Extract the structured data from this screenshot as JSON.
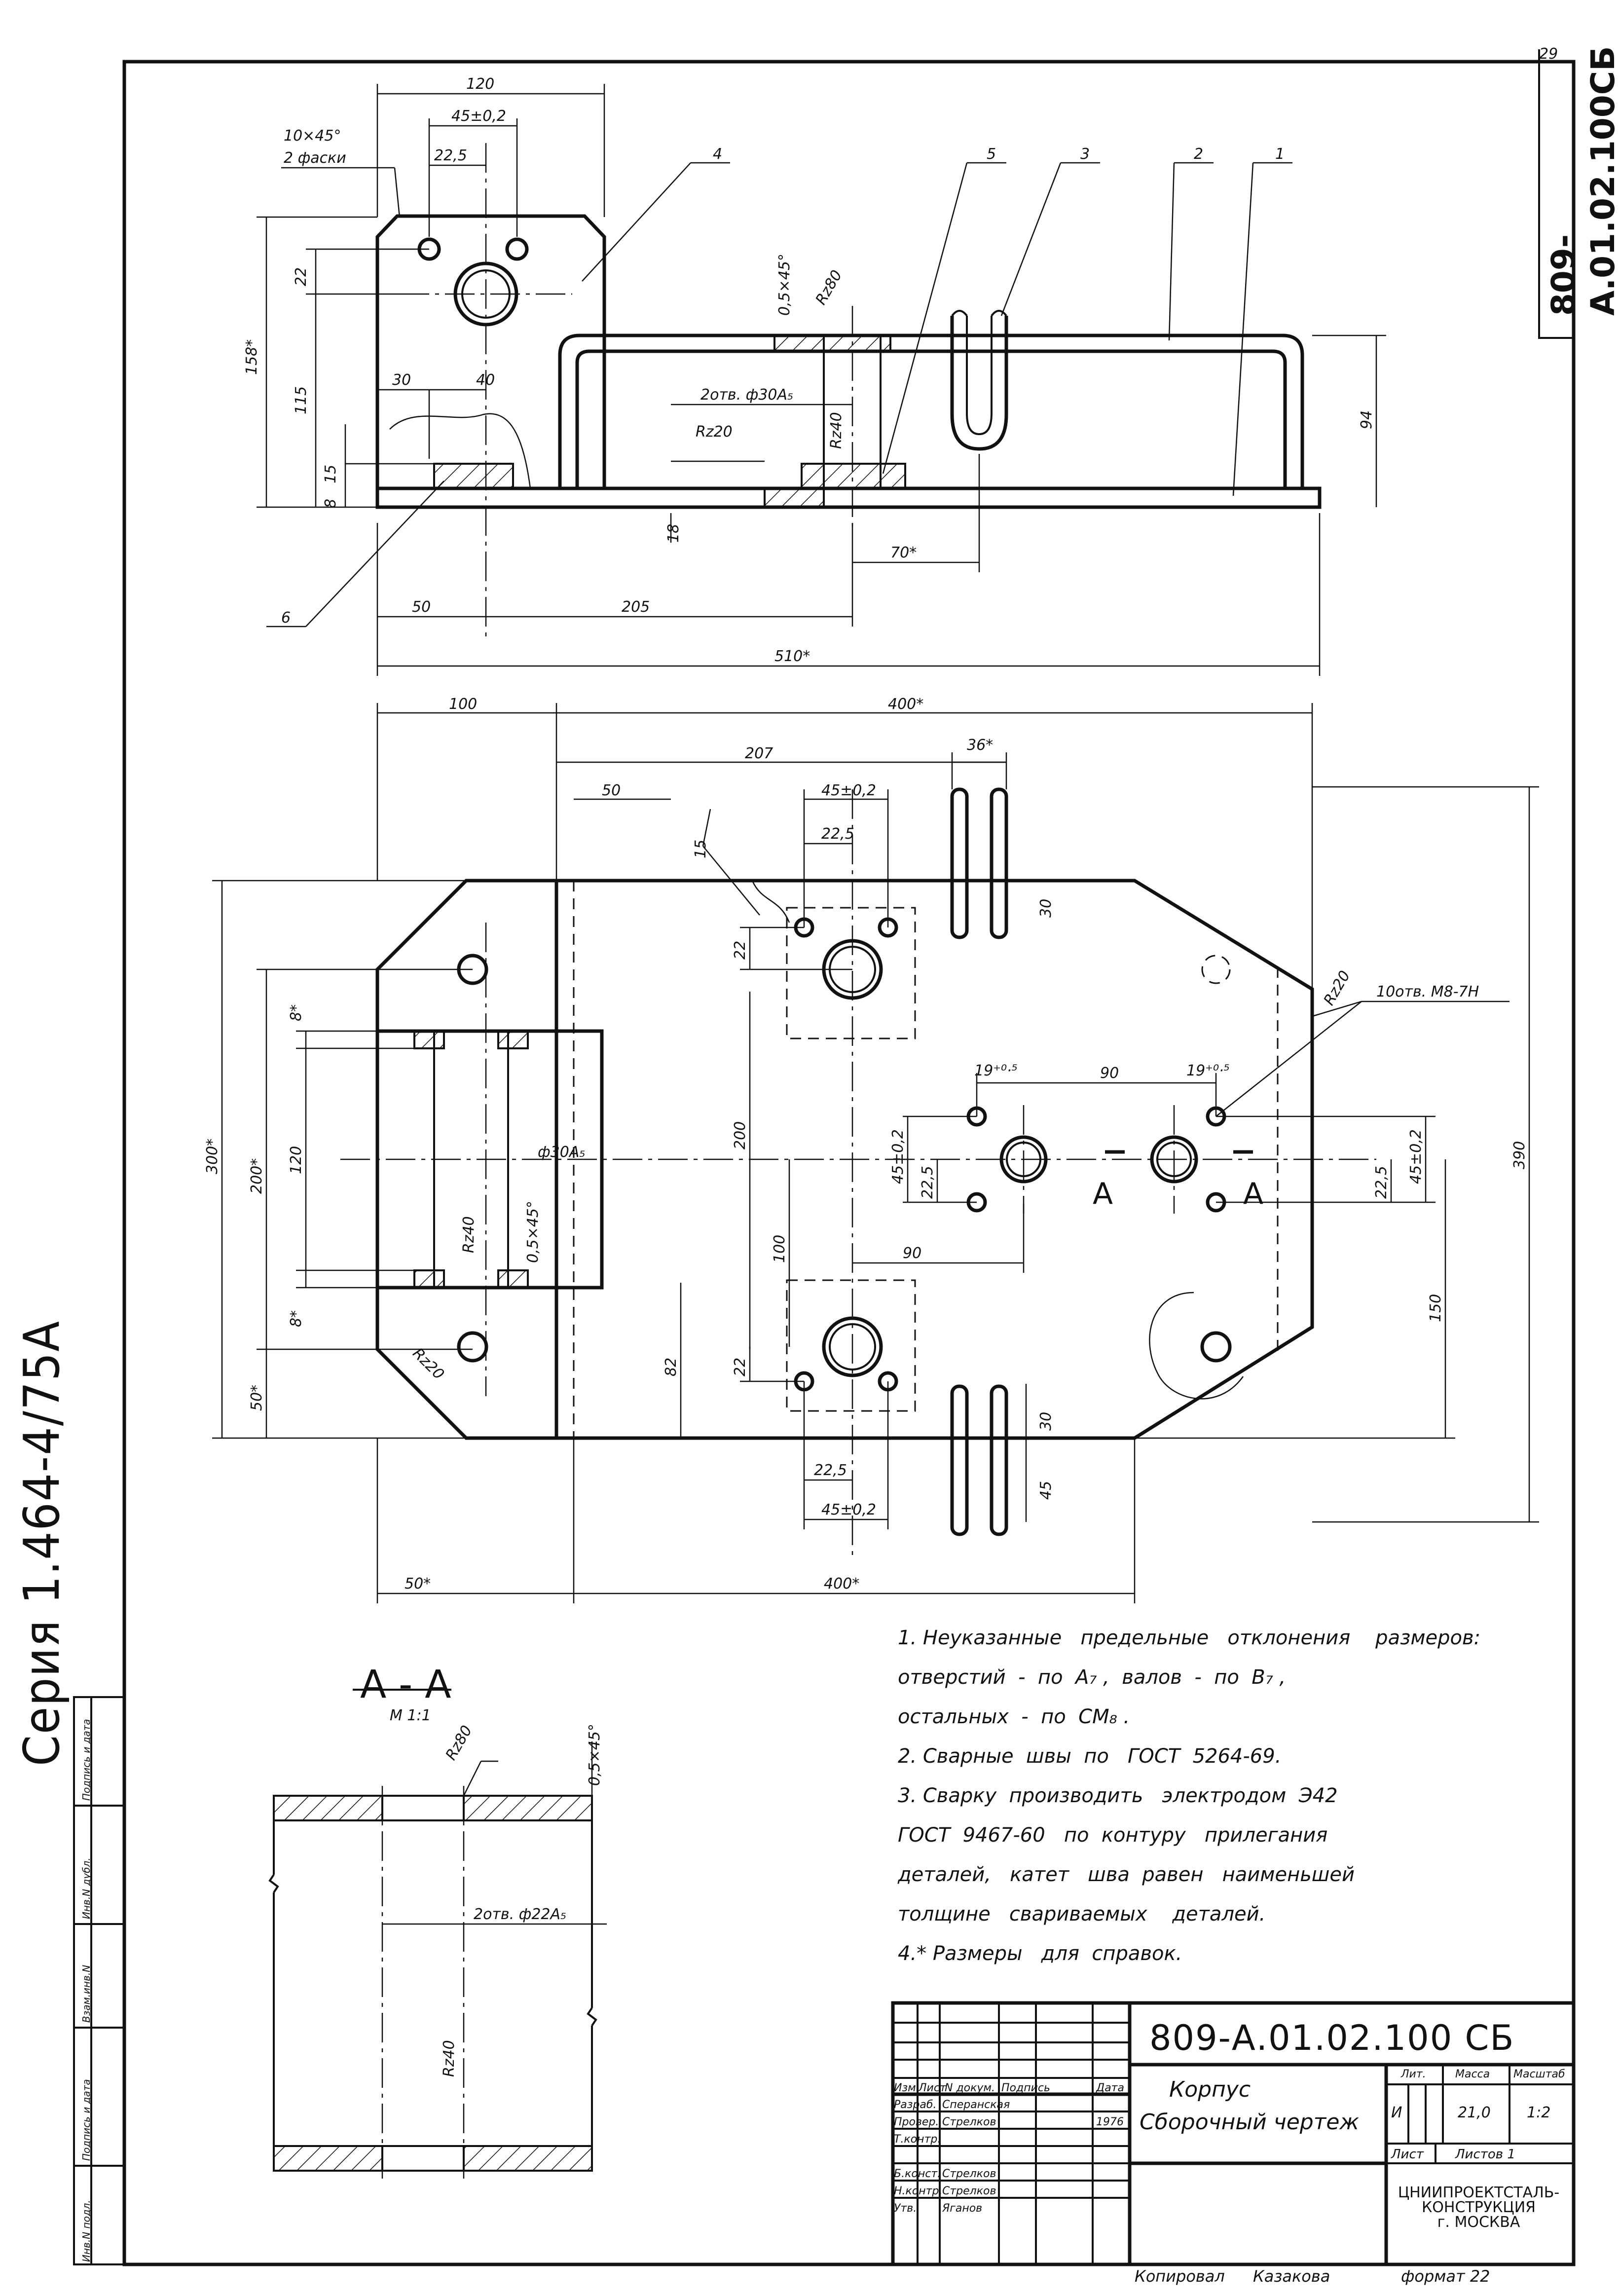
{
  "sheet_number": "29",
  "document_code": "809-А.01.02.100 СБ",
  "corner_code": "809-А.01.02.100СБ",
  "series": "Серия 1.464-4/75А",
  "title": "Корпус",
  "subtitle": "Сборочный чертеж",
  "stage": "И",
  "mass": "21,0",
  "scale": "1:2",
  "sheet_label": "Лист",
  "sheets_label": "Листов 1",
  "organization": [
    "ЦНИИПРОЕКТСТАЛЬ-",
    "КОНСТРУКЦИЯ",
    "г. МОСКВА"
  ],
  "title_block_headers": {
    "lit": "Лит.",
    "mass": "Масса",
    "scale": "Масштаб"
  },
  "revision_headers": [
    "Изм",
    "Лист",
    "N докум.",
    "Подпись",
    "Дата"
  ],
  "signatures": [
    {
      "role": "Разраб.",
      "name": "Сперанская",
      "date": ""
    },
    {
      "role": "Провер.",
      "name": "Стрелков",
      "date": "1976"
    },
    {
      "role": "Т.контр.",
      "name": "",
      "date": ""
    },
    {
      "role": "Б.конст.",
      "name": "Стрелков",
      "date": ""
    },
    {
      "role": "Н.контр.",
      "name": "Стрелков",
      "date": ""
    },
    {
      "role": "Утв.",
      "name": "Яганов",
      "date": ""
    }
  ],
  "copied_by": "Копировал",
  "copier_name": "Казакова",
  "format": "формат 22",
  "side_columns": [
    "Инв.N подл.",
    "Подпись и дата",
    "Взам.инв.N",
    "Инв.N дубл.",
    "Подпись и дата"
  ],
  "section": {
    "title": "А - А",
    "scale": "М 1:1"
  },
  "notes": [
    "1. Неуказанные   предельные   отклонения    размеров:",
    "отверстий  -  по  А₇ ,  валов  -  по  В₇ ,",
    "остальных  -  по  СМ₈ .",
    "2. Сварные  швы  по   ГОСТ  5264-69.",
    "3. Сварку  производить   электродом  Э42",
    "ГОСТ  9467-60   по  контуру   прилегания",
    "деталей,   катет   шва  равен   наименьшей",
    "толщине   свариваемых    деталей.",
    "4.* Размеры   для  справок."
  ],
  "callouts": [
    "1",
    "2",
    "3",
    "4",
    "5",
    "6"
  ],
  "dims_top": {
    "d120": "120",
    "d45": "45±0,2",
    "d225": "22,5",
    "chamfer1": "10×45°",
    "chamfer2": "2 фаски",
    "d22": "22",
    "d158": "158*",
    "d115": "115",
    "d30": "30",
    "d40": "40",
    "d8": "8",
    "d15": "15",
    "d50": "50",
    "d205": "205",
    "d510": "510*",
    "d18": "18",
    "d70": "70*",
    "d94": "94",
    "holes": "2отв. ф30А₅",
    "rz20": "Rz20",
    "rz40": "Rz40",
    "rz80": "Rz80",
    "ch05": "0,5×45°"
  },
  "dims_plan": {
    "d100": "100",
    "d400t": "400*",
    "d207": "207",
    "d36": "36*",
    "d50": "50",
    "d45a": "45±0,2",
    "d225a": "22,5",
    "d15": "15",
    "d30a": "30",
    "d22a": "22",
    "d8a": "8*",
    "d300": "300*",
    "d200a": "200*",
    "d120": "120",
    "d200b": "200",
    "phi30": "ф30А₅",
    "rz40": "Rz40",
    "ch": "0,5×45°",
    "d8b": "8*",
    "d50b": "50*",
    "d82": "82",
    "d100b": "100",
    "d90a": "90",
    "d19a": "19⁺⁰·⁵",
    "d90b": "90",
    "d19b": "19⁺⁰·⁵",
    "d45b": "45±0,2",
    "d225b": "22,5",
    "d225c": "22,5",
    "d45c": "45±0,2",
    "holes10": "10отв. М8-7Н",
    "rz20": "Rz20",
    "A": "А",
    "d390": "390",
    "d150": "150",
    "d30b": "30",
    "d45d": "45",
    "d22b": "22",
    "d225d": "22,5",
    "d45e": "45±0,2",
    "d50c": "50*",
    "d400b": "400*",
    "rz20b": "Rz20"
  },
  "dims_section": {
    "rz80": "Rz80",
    "ch": "0,5×45°",
    "holes": "2отв. ф22А₅",
    "rz40": "Rz40"
  }
}
